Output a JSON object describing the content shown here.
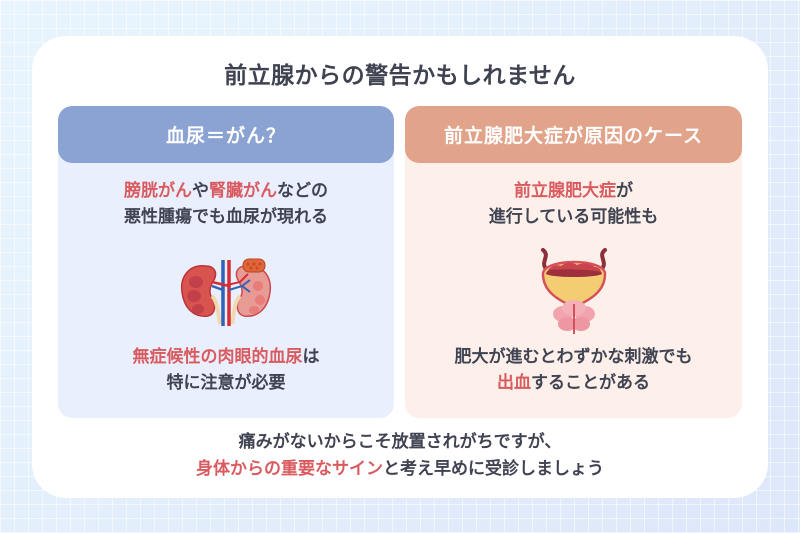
{
  "title": "前立腺からの警告かもしれません",
  "colors": {
    "accent_red": "#d95b5f",
    "left_header": "#8ba3d2",
    "right_header": "#e1a38a",
    "left_body": "#e9effc",
    "right_body": "#fdf0ea",
    "text": "#404352"
  },
  "left_panel": {
    "header": "血尿＝がん？",
    "top_text": {
      "line1": [
        {
          "text": "膀胱がん",
          "highlight": true
        },
        {
          "text": "や",
          "highlight": false
        },
        {
          "text": "腎臓がん",
          "highlight": true
        },
        {
          "text": "などの",
          "highlight": false
        }
      ],
      "line2": "悪性腫瘍でも血尿が現れる"
    },
    "illustration": "kidneys-icon",
    "bottom_text": {
      "line1_highlight": "無症候性の肉眼的血尿",
      "line1_rest": "は",
      "line2": "特に注意が必要"
    }
  },
  "right_panel": {
    "header": "前立腺肥大症が原因のケース",
    "top_text": {
      "line1_highlight": "前立腺肥大症",
      "line1_rest": "が",
      "line2": "進行している可能性も"
    },
    "illustration": "prostate-bladder-icon",
    "bottom_text": {
      "line1": "肥大が進むとわずかな刺激でも",
      "line2_highlight": "出血",
      "line2_rest": "することがある"
    }
  },
  "footer": {
    "line1": "痛みがないからこそ放置されがちですが、",
    "line2_highlight": "身体からの重要なサイン",
    "line2_rest": "と考え早めに受診しましょう"
  }
}
